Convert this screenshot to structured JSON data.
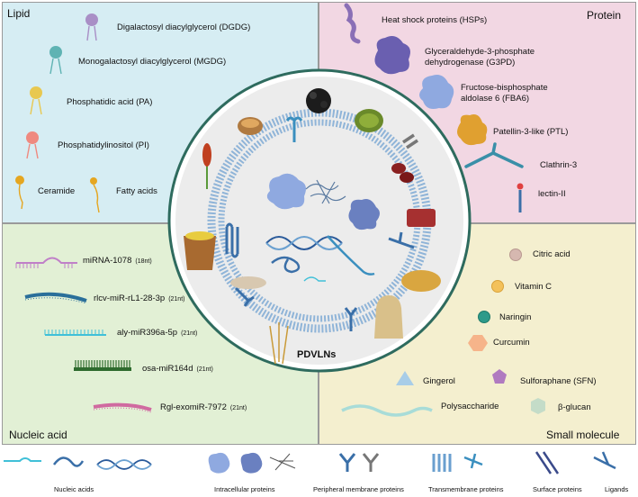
{
  "center": {
    "title": "PDVLNs"
  },
  "lipid": {
    "title": "Lipid",
    "items": [
      {
        "label": "Digalactosyl diacylglycerol (DGDG)",
        "color": "#a98fc6"
      },
      {
        "label": "Monogalactosyl diacylglycerol (MGDG)",
        "color": "#5fb3b3"
      },
      {
        "label": "Phosphatidic acid (PA)",
        "color": "#e8c850"
      },
      {
        "label": "Phosphatidylinositol (PI)",
        "color": "#ef8a80"
      },
      {
        "label": "Ceramide",
        "color": "#e5a620"
      },
      {
        "label": "Fatty acids",
        "color": "#e5a620"
      }
    ]
  },
  "protein": {
    "title": "Protein",
    "items": [
      {
        "label": "Heat shock proteins (HSPs)",
        "color": "#8a6fb6"
      },
      {
        "label": "Glyceraldehyde-3-phosphate dehydrogenase (G3PD)",
        "color": "#6a5fb0"
      },
      {
        "label": "Fructose-bisphosphate aldolase 6 (FBA6)",
        "color": "#8fa9e0"
      },
      {
        "label": "Patellin-3-like (PTL)",
        "color": "#e0a030"
      },
      {
        "label": "Clathrin-3",
        "color": "#3a8fa8"
      },
      {
        "label": "lectin-II",
        "color": "#3a6fa8"
      }
    ]
  },
  "nucleic": {
    "title": "Nucleic acid",
    "items": [
      {
        "label": "miRNA-1078",
        "nt": "(18nt)",
        "color": "#c080c8"
      },
      {
        "label": "rlcv-miR-rL1-28-3p",
        "nt": "(21nt)",
        "color": "#2a6f9a"
      },
      {
        "label": "aly-miR396a-5p",
        "nt": "(21nt)",
        "color": "#40c0d8"
      },
      {
        "label": "osa-miR164d",
        "nt": "(21nt)",
        "color": "#2e6b2e"
      },
      {
        "label": "Rgl-exomiR-7972",
        "nt": "(21nt)",
        "color": "#d06aa0"
      }
    ]
  },
  "small": {
    "title": "Small molecule",
    "items": [
      {
        "label": "Citric acid",
        "color": "#d6b8b0"
      },
      {
        "label": "Vitamin C",
        "color": "#f3c15a"
      },
      {
        "label": "Naringin",
        "color": "#2e9a8a"
      },
      {
        "label": "Curcumin",
        "color": "#f6b48a"
      },
      {
        "label": "Gingerol",
        "color": "#a8cde8"
      },
      {
        "label": "Sulforaphane (SFN)",
        "color": "#b07ac0"
      },
      {
        "label": "Polysaccharide",
        "color": "#a8dcd8"
      },
      {
        "label": "β-glucan",
        "color": "#c4dcc8"
      }
    ]
  },
  "legend": {
    "items": [
      "Nucleic acids",
      "Intracellular proteins",
      "Peripheral membrane proteins",
      "Transmembrane proteins",
      "Surface proteins",
      "Ligands"
    ]
  }
}
